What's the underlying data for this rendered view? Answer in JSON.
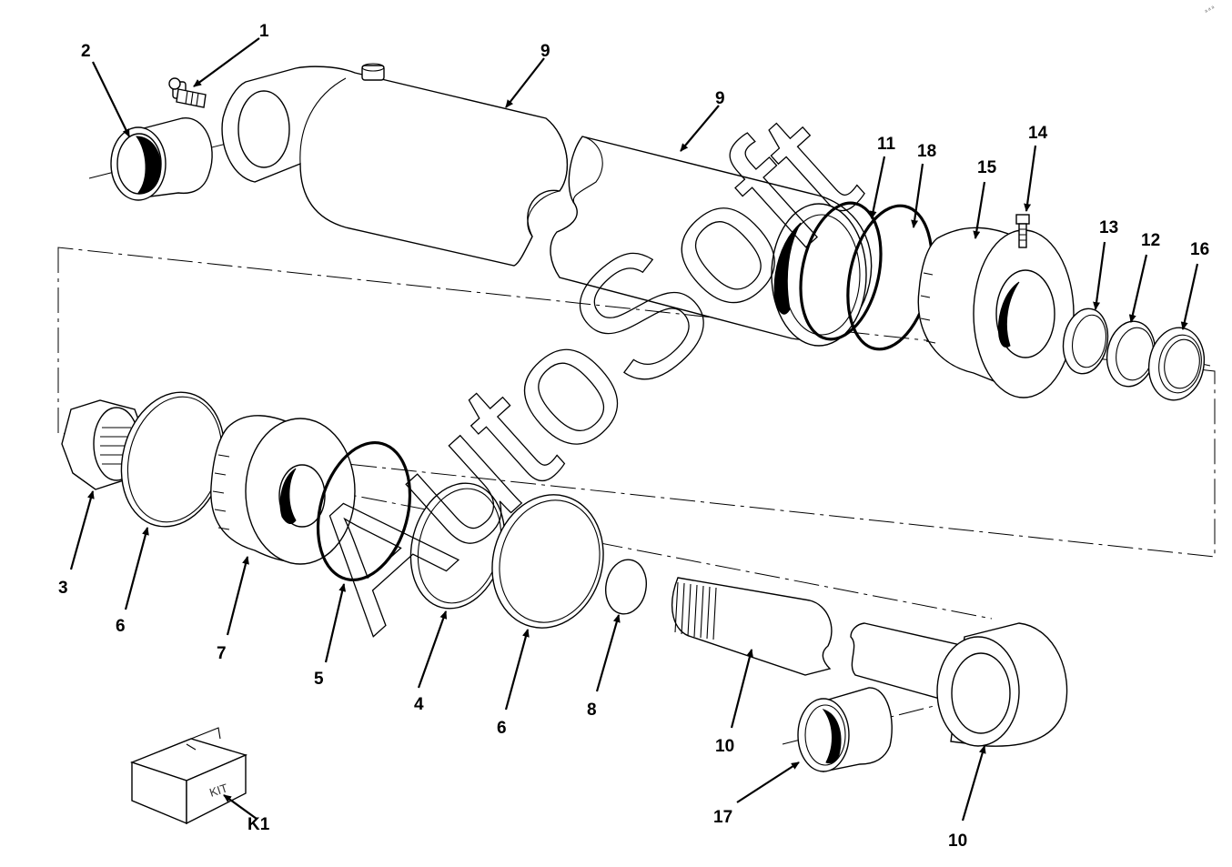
{
  "callouts": {
    "c1": "1",
    "c2": "2",
    "c3": "3",
    "c4": "4",
    "c5": "5",
    "c6a": "6",
    "c6b": "6",
    "c7": "7",
    "c8": "8",
    "c9a": "9",
    "c9b": "9",
    "c10a": "10",
    "c10b": "10",
    "c11": "11",
    "c12": "12",
    "c13": "13",
    "c14": "14",
    "c15": "15",
    "c16": "16",
    "c17": "17",
    "c18": "18",
    "k1": "K1"
  },
  "kit_box_label": "KIT",
  "watermark": "AutoSoft",
  "corner_tag": "a a a"
}
